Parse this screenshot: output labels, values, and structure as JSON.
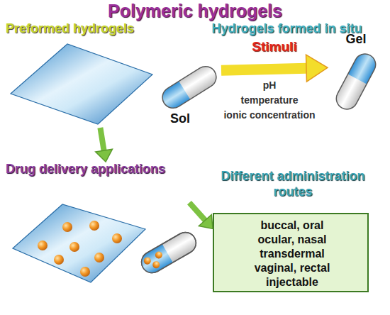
{
  "diagram": {
    "title": "Polymeric hydrogels",
    "nodes": [
      {
        "text": [
          "Preformed hydrogels"
        ]
      },
      {
        "text": [
          "Sol"
        ]
      },
      {
        "text": [
          "Gel"
        ]
      },
      {
        "text": [
          "Drug delivery applications"
        ]
      },
      {
        "text": [
          "Different administration routes",
          "buccal, oral ocular, nasal transdermal vaginal, rectal injectable"
        ]
      }
    ],
    "edges": [
      {
        "from": 1,
        "to": 2,
        "label": "Stimuli",
        "arrow": "to"
      },
      {
        "from": 0,
        "to": 3,
        "arrow": "to"
      },
      {
        "from": 3,
        "to": 4,
        "arrow": "to"
      }
    ],
    "labels": [
      "Hydrogels formed in situ",
      "pH",
      "temperature",
      "ionic concentration"
    ]
  }
}
